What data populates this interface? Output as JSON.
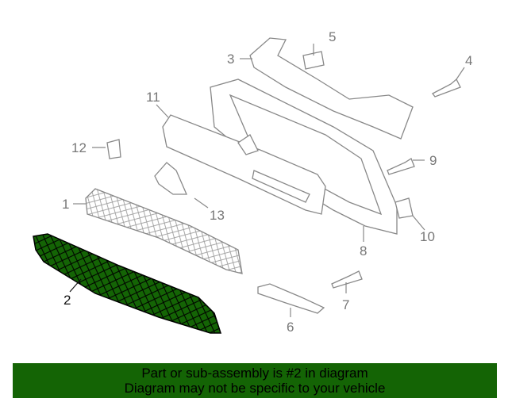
{
  "diagram": {
    "callouts": [
      "1",
      "2",
      "3",
      "4",
      "5",
      "6",
      "7",
      "8",
      "9",
      "10",
      "11",
      "12",
      "13"
    ],
    "highlighted_part": "2",
    "highlight_color": "#146405"
  },
  "banner": {
    "line1": "Part or sub-assembly is #2 in diagram",
    "line2": "Diagram may not be specific to your vehicle"
  }
}
